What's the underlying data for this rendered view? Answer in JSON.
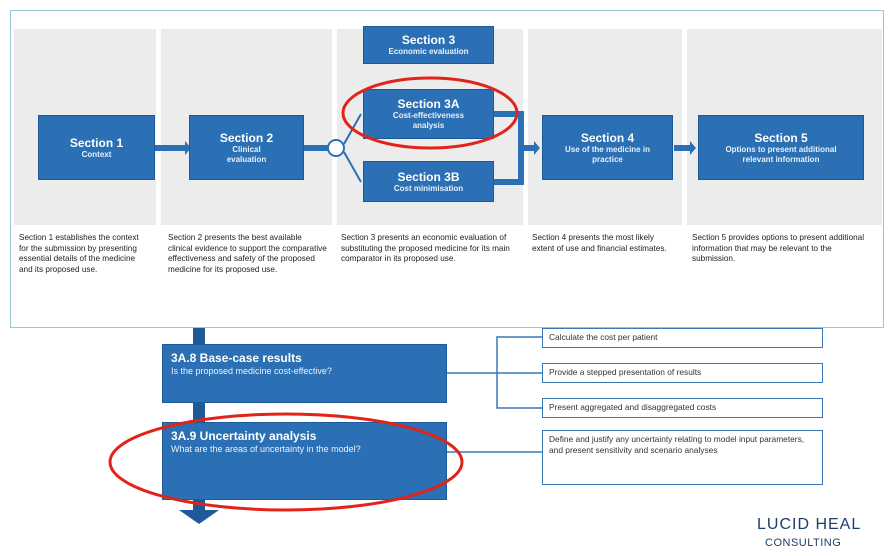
{
  "sections": [
    {
      "title": "Section 1",
      "subtitle": "Context"
    },
    {
      "title": "Section 2",
      "subtitle": "Clinical evaluation"
    },
    {
      "title": "Section 3",
      "subtitle": "Economic evaluation"
    },
    {
      "title": "Section 3A",
      "subtitle": "Cost-effectiveness analysis"
    },
    {
      "title": "Section 3B",
      "subtitle": "Cost minimisation"
    },
    {
      "title": "Section 4",
      "subtitle": "Use of the medicine in practice"
    },
    {
      "title": "Section 5",
      "subtitle": "Options to present additional relevant information"
    }
  ],
  "descriptions": [
    "Section 1 establishes the context for the submission by presenting essential details of the medicine and its proposed use.",
    "Section 2 presents the best available clinical evidence to support the comparative effectiveness and safety of the proposed medicine for its proposed use.",
    "Section 3 presents an economic evaluation of substituting the proposed medicine for its main comparator in its proposed use.",
    "Section 4 presents the most likely extent of use and financial estimates.",
    "Section 5 provides options to present additional information that may be relevant to the submission."
  ],
  "steps": [
    {
      "title": "3A.8 Base-case results",
      "question": "Is the proposed medicine cost-effective?"
    },
    {
      "title": "3A.9 Uncertainty analysis",
      "question": "What are the areas of uncertainty in the model?"
    }
  ],
  "tasks": [
    "Calculate the cost per patient",
    "Provide a stepped presentation of results",
    "Present aggregated and disaggregated costs",
    "Define and justify any uncertainty relating to model input parameters, and present sensitivity and scenario analyses"
  ],
  "logo": {
    "line1": "LUCID HEAL",
    "line2": "CONSULTING"
  },
  "colors": {
    "box_blue": "#2b6fb5",
    "highlight": "#e2231a",
    "column_grey": "#ececec"
  }
}
